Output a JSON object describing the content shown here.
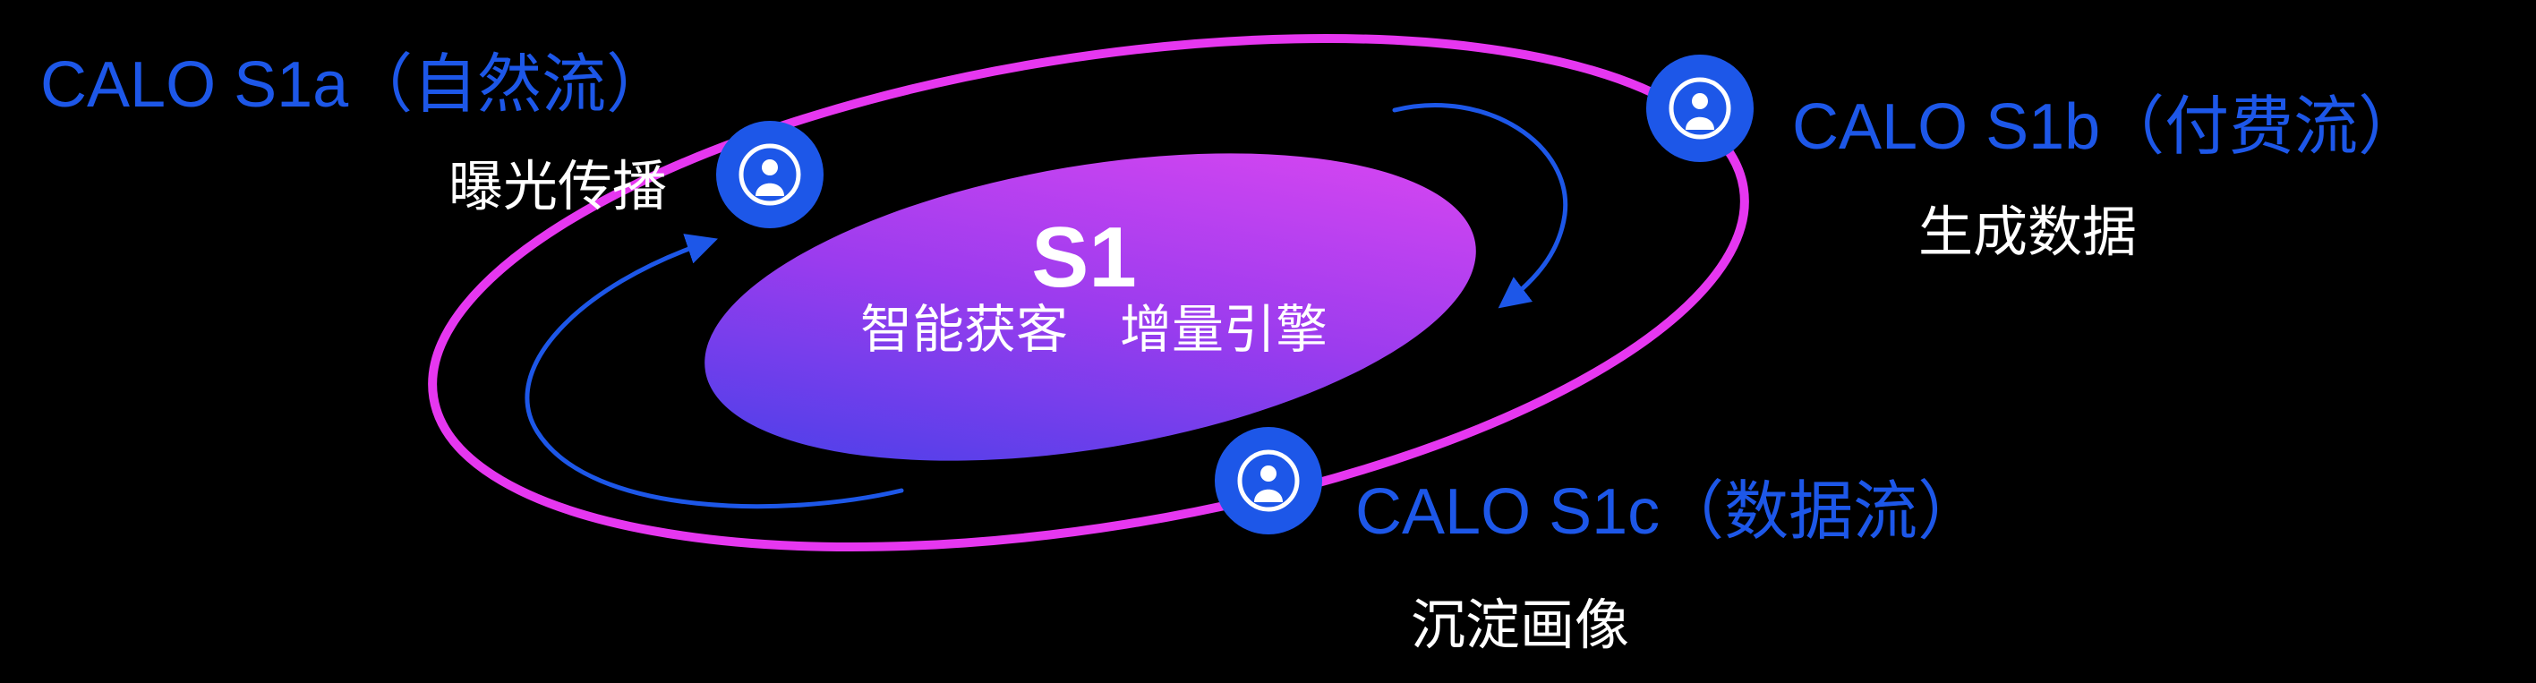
{
  "diagram": {
    "core": {
      "title": "S1",
      "subtitle": "智能获客　增量引擎"
    },
    "nodes": {
      "s1a": {
        "label": "CALO S1a（自然流）",
        "caption": "曝光传播"
      },
      "s1b": {
        "label": "CALO S1b（付费流）",
        "caption": "生成数据"
      },
      "s1c": {
        "label": "CALO S1c（数据流）",
        "caption": "沉淀画像"
      }
    },
    "icons": {
      "s1a": "user-icon",
      "s1b": "user-icon",
      "s1c": "user-icon"
    },
    "colors": {
      "background": "#000000",
      "accent_blue": "#1d57e8",
      "orbit_magenta": "#e637f0",
      "core_gradient_start": "#3a41e8",
      "core_gradient_mid": "#9b3cee",
      "core_gradient_end": "#e548f2",
      "text_white": "#ffffff"
    }
  }
}
